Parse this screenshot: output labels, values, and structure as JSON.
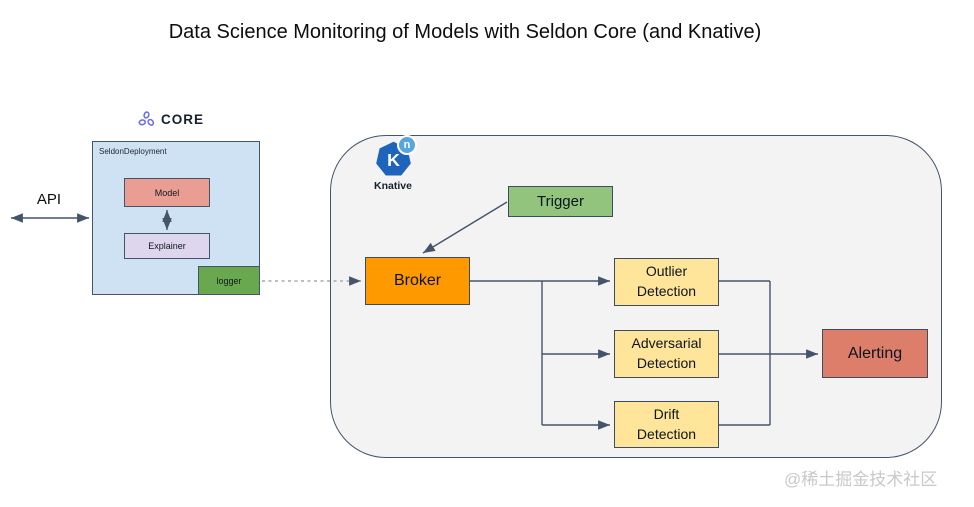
{
  "title": "Data Science Monitoring of Models with Seldon Core (and Knative)",
  "watermark": "@稀土掘金技术社区",
  "seldon": {
    "brand_text": "CORE",
    "deployment_label": "SeldonDeployment",
    "model_label": "Model",
    "explainer_label": "Explainer",
    "logger_label": "logger",
    "api_label": "API"
  },
  "knative": {
    "brand_text": "Knative",
    "logo_letter": "K",
    "logo_badge_letter": "n",
    "trigger_label": "Trigger",
    "broker_label": "Broker",
    "detectors": [
      "Outlier Detection",
      "Adversarial Detection",
      "Drift Detection"
    ],
    "alerting_label": "Alerting"
  },
  "colors": {
    "connector": "#44546a",
    "seldon_deployment_fill": "#cfe2f3",
    "model_fill": "#ea9e93",
    "explainer_fill": "#ded6ec",
    "logger_fill": "#6aa84f",
    "trigger_fill": "#93c47d",
    "broker_fill": "#ff9900",
    "detector_fill": "#ffe599",
    "alerting_fill": "#dd7e6b",
    "knative_container_fill": "#f3f3f3",
    "seldon_brand_purple": "#6b6be8",
    "knative_blue": "#1d64ba",
    "knative_light_blue": "#58a6dc"
  }
}
